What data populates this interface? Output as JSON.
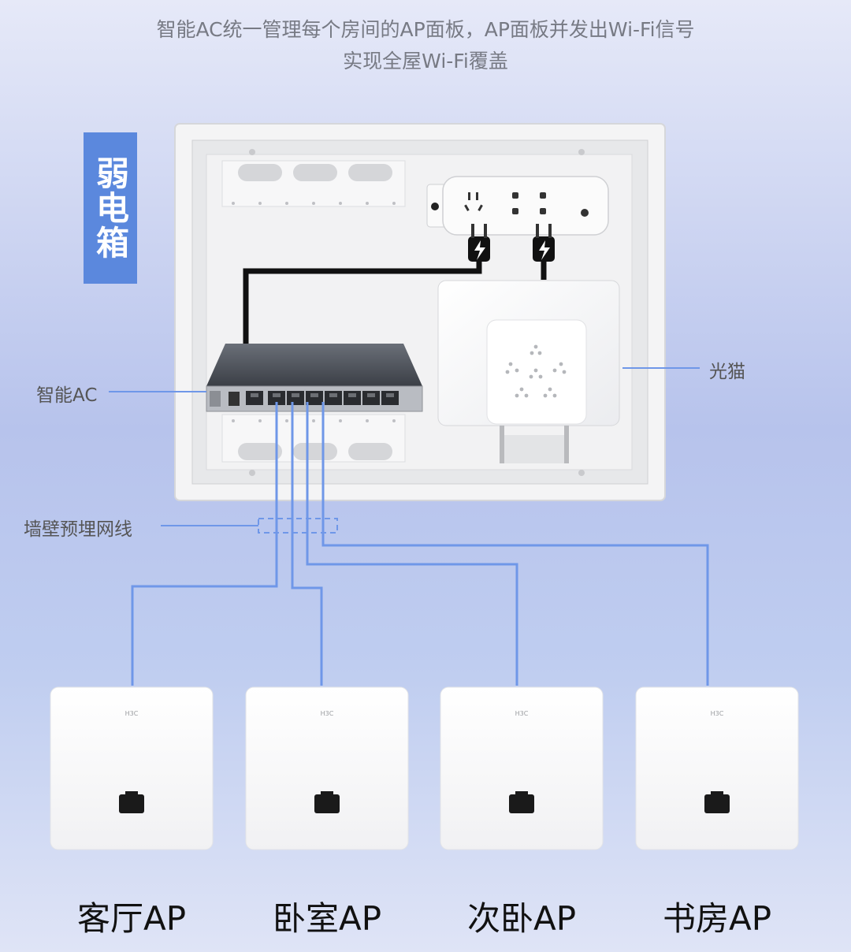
{
  "header": {
    "line1": "智能AC统一管理每个房间的AP面板，AP面板并发出Wi-Fi信号",
    "line2": "实现全屋Wi-Fi覆盖"
  },
  "cabinet": {
    "tag": "弱电箱"
  },
  "callouts": {
    "ac": "智能AC",
    "modem": "光猫",
    "cable": "墙壁预埋网线"
  },
  "panels": [
    {
      "label": "客厅AP",
      "brand": "H3C"
    },
    {
      "label": "卧室AP",
      "brand": "H3C"
    },
    {
      "label": "次卧AP",
      "brand": "H3C"
    },
    {
      "label": "书房AP",
      "brand": "H3C"
    }
  ],
  "colors": {
    "accent": "#5b88dd",
    "line": "#6f97e8",
    "tag_bg": "#5b88dd"
  }
}
